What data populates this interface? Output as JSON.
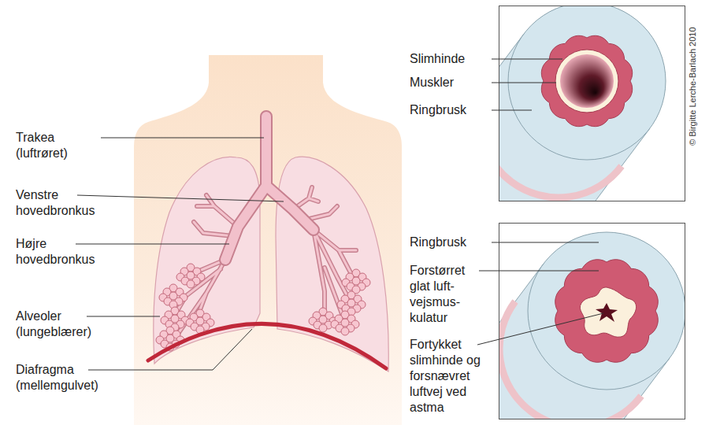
{
  "diagram": {
    "labels": [
      "Trakea (luftrøret)",
      "Venstre hovedbronkus",
      "Højre hovedbronkus",
      "Alveoler (lungeblærer)",
      "Diafragma (mellemgulvet)",
      "Slimhinde",
      "Muskler",
      "Ringbrusk",
      "Ringbrusk",
      "Forstørret glat luft- vejsmus- kulatur",
      "Fortykket slimhinde og forsnævret luftvej ved astma",
      "© Birgitte Lerche-Barlach 2010"
    ]
  }
}
